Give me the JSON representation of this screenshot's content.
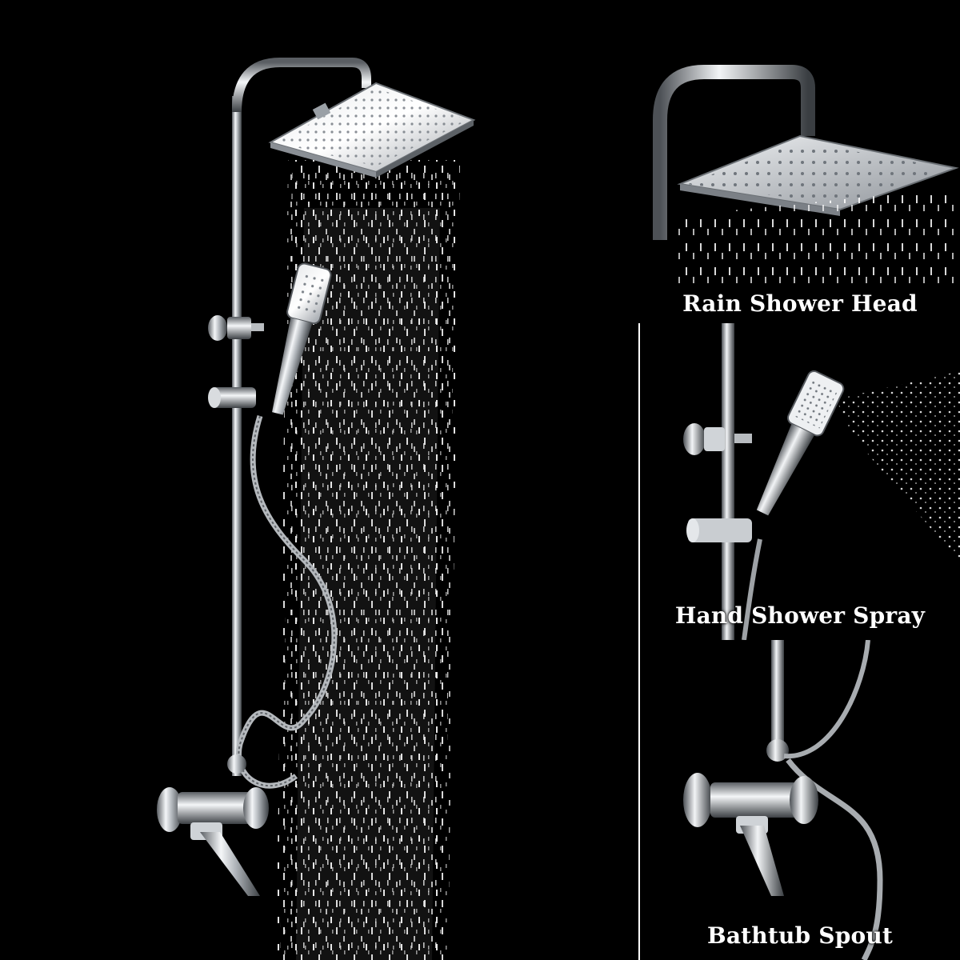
{
  "panels": [
    {
      "id": "rain",
      "label": "Rain Shower Head"
    },
    {
      "id": "hand",
      "label": "Hand Shower Spray"
    },
    {
      "id": "spout",
      "label": "Bathtub Spout"
    }
  ],
  "colors": {
    "background": "#000000",
    "chrome": "#c8ccd0",
    "water": "#ffffff"
  }
}
